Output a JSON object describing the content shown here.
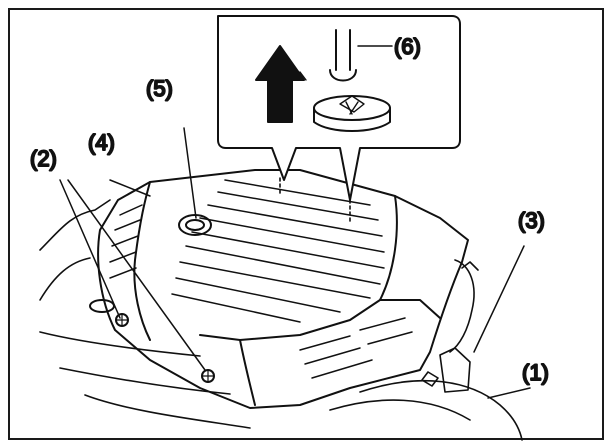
{
  "labels": {
    "l1": "(1)",
    "l2": "(2)",
    "l3": "(3)",
    "l4": "(4)",
    "l5": "(5)",
    "l6": "(6)"
  },
  "colors": {
    "ink": "#111111",
    "paper": "#ffffff"
  },
  "icons": {
    "arrow": "up-arrow-icon",
    "clip": "clip-pin-icon",
    "grommet": "grommet-icon"
  }
}
